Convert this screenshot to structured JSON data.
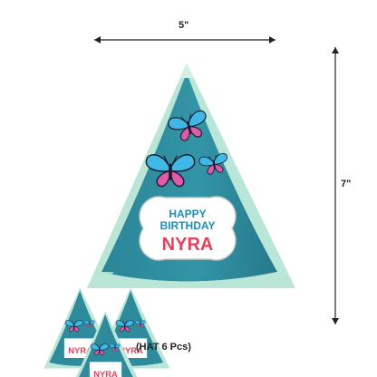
{
  "product": {
    "width_label": "5\"",
    "height_label": "7\"",
    "caption": "(HAT 6 Pcs)"
  },
  "hat": {
    "greeting_line1": "HAPPY",
    "greeting_line2": "BIRTHDAY",
    "name": "NYRA"
  },
  "colors": {
    "hat_teal": "#2e8b9c",
    "hat_teal_dark": "#236f80",
    "trim_mint": "#b9e6d6",
    "name_pink": "#e8405a",
    "greeting_blue": "#1f8fb0",
    "butterfly_blue": "#3fb8e8",
    "butterfly_pink": "#e05aa8"
  }
}
